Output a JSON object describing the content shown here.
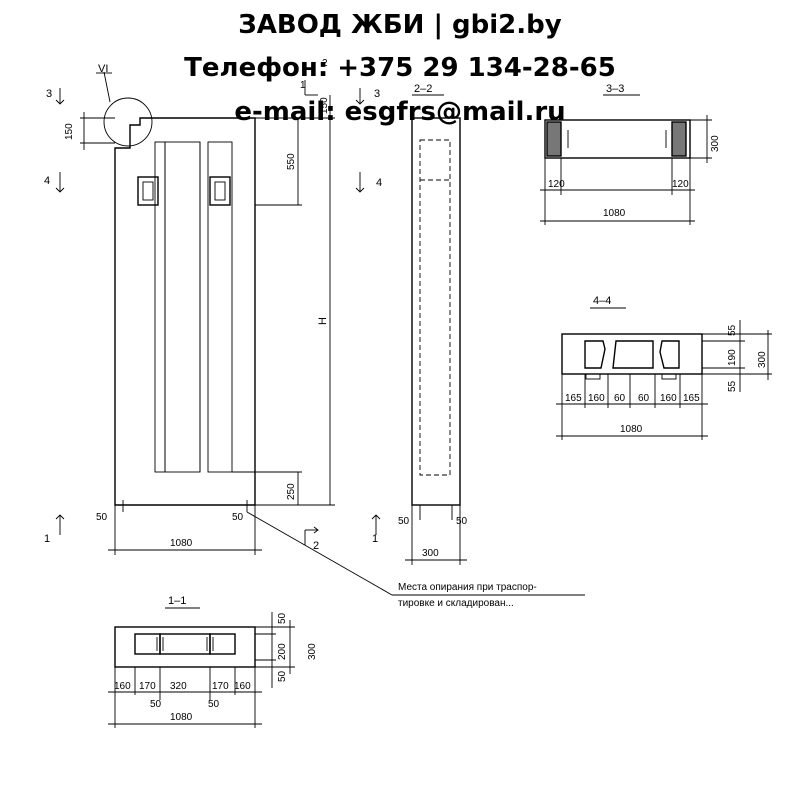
{
  "header": {
    "line1": "ЗАВОД ЖБИ | gbi2.by",
    "line2": "Телефон: +375 29 134-28-65",
    "line3": "e-mail: esgfrs@mail.ru"
  },
  "elevation": {
    "width": "1080",
    "height": "H",
    "top_offset": "150",
    "slot_depth": "550",
    "bottom_gap": "250",
    "edge_left": "50",
    "edge_right": "50",
    "detail_label": "VI",
    "top_dim": "150",
    "cut_1": "1",
    "cut_2": "2",
    "cut_3": "3",
    "cut_4": "4"
  },
  "section_2": {
    "title": "2–2",
    "width": "300",
    "edge_left": "50",
    "edge_right": "50"
  },
  "section_3": {
    "title": "3–3",
    "depth": "300",
    "left_dim": "120",
    "right_dim": "120",
    "width": "1080"
  },
  "section_4": {
    "title": "4–4",
    "top": "55",
    "middle": "190",
    "bottom": "55",
    "total": "300",
    "d1": "165",
    "d2": "160",
    "d3": "60",
    "d4": "60",
    "d5": "160",
    "d6": "165",
    "width": "1080"
  },
  "section_1": {
    "title": "1–1",
    "top": "50",
    "middle": "200",
    "bottom": "50",
    "total": "300",
    "d1": "160",
    "d2": "170",
    "d3": "320",
    "d4": "170",
    "d5": "160",
    "sub_left": "50",
    "sub_right": "50",
    "width": "1080"
  },
  "note": {
    "line1": "Места опирания при траспор-",
    "line2": "тировке и складирован..."
  }
}
